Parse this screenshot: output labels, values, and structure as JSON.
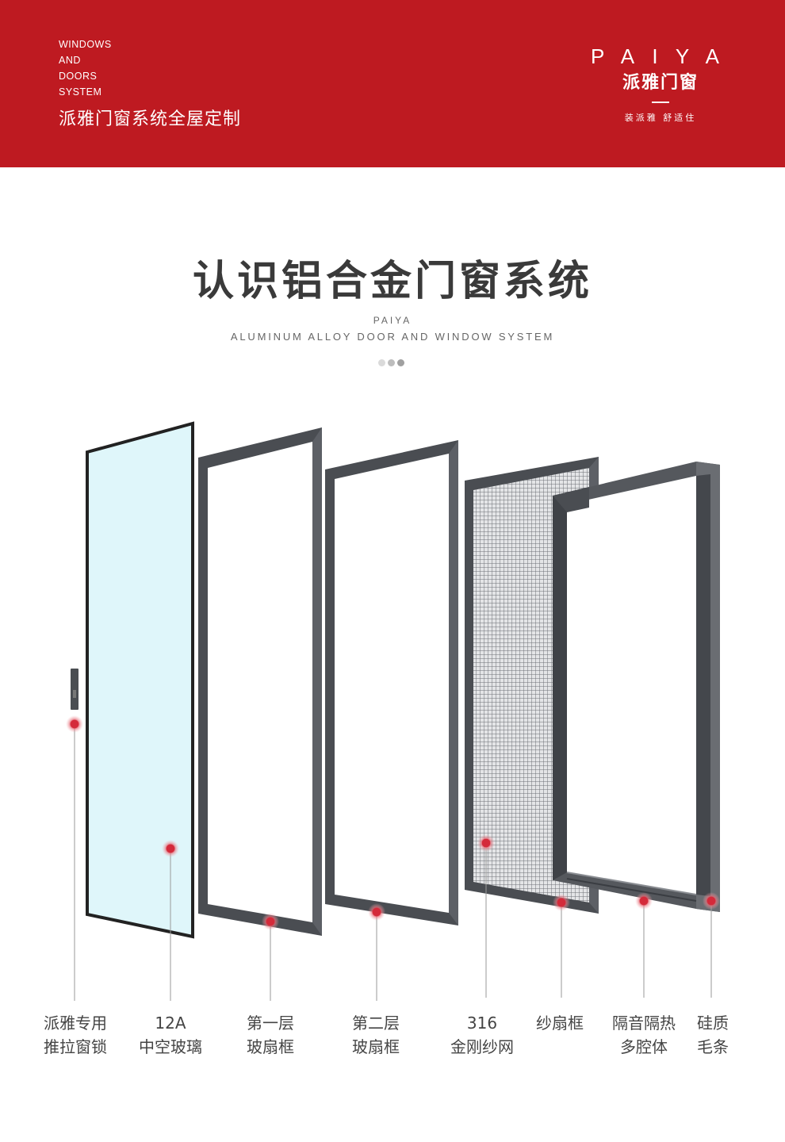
{
  "header": {
    "en_lines": [
      "WINDOWS",
      "AND",
      "DOORS",
      "SYSTEM"
    ],
    "cn_tagline": "派雅门窗系统全屋定制",
    "logo": {
      "wordmark": "PAIYA",
      "cn": "派雅门窗",
      "slogan": "装派雅 舒适住"
    }
  },
  "section": {
    "title": "认识铝合金门窗系统",
    "subtitle_brand": "PAIYA",
    "subtitle_en": "ALUMINUM ALLOY DOOR AND WINDOW SYSTEM"
  },
  "colors": {
    "brand_red": "#be1a21",
    "frame_gray": "#4a4d52",
    "glass_blue": "#dff6fa",
    "marker_red": "#d42a3a",
    "dots": [
      "#dadada",
      "#bdbdbd",
      "#a0a0a0"
    ]
  },
  "components": [
    {
      "line1": "派雅专用",
      "line2": "推拉窗锁"
    },
    {
      "line1": "12A",
      "line2": "中空玻璃"
    },
    {
      "line1": "第一层",
      "line2": "玻扇框"
    },
    {
      "line1": "第二层",
      "line2": "玻扇框"
    },
    {
      "line1": "316",
      "line2": "金刚纱网"
    },
    {
      "line1": "纱扇框",
      "line2": ""
    },
    {
      "line1": "隔音隔热",
      "line2": "多腔体"
    },
    {
      "line1": "硅质",
      "line2": "毛条"
    }
  ]
}
